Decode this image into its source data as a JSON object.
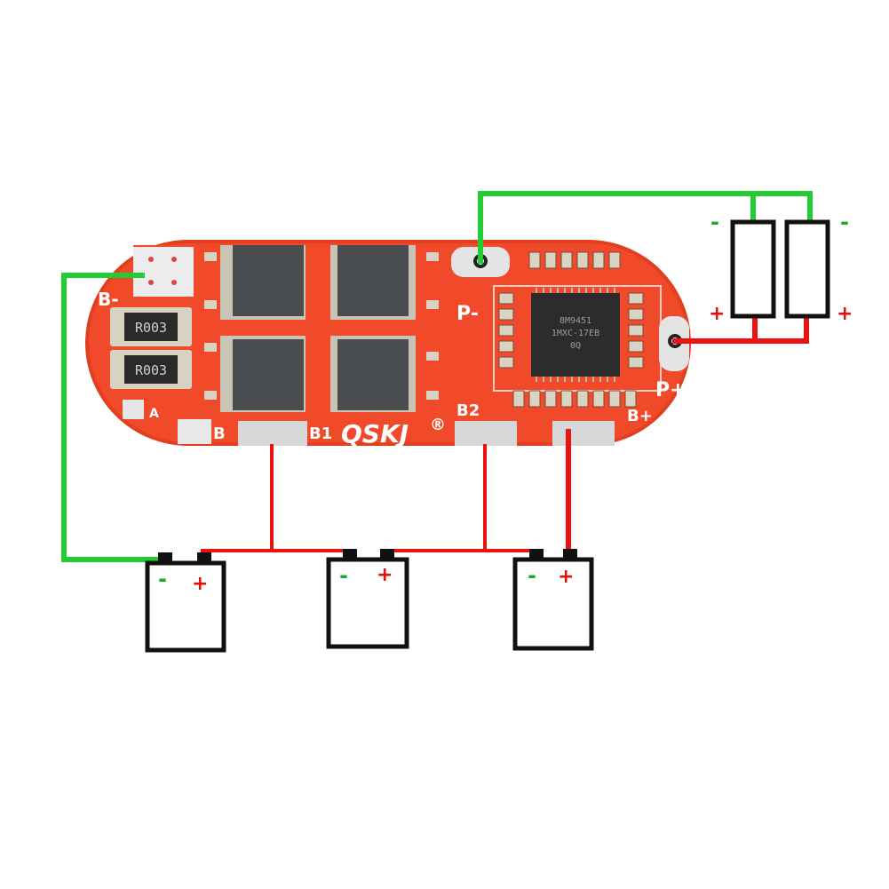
{
  "board": {
    "labels": {
      "b_minus": "B-",
      "p_minus": "P-",
      "p_plus": "P+",
      "b_plus": "B+",
      "b1": "B1",
      "b2": "B2",
      "b": "B",
      "a": "A",
      "brand": "QSKJ",
      "registered": "®"
    },
    "resistor_code": "R003",
    "ic_marking": [
      "8M9451",
      "1MXC-17EB",
      "0Q"
    ]
  },
  "cells": [
    {
      "minus": "-",
      "plus": "+"
    },
    {
      "minus": "-",
      "plus": "+"
    },
    {
      "minus": "-",
      "plus": "+"
    }
  ],
  "load": {
    "left_minus": "-",
    "right_minus": "-",
    "left_plus": "+",
    "right_plus": "+"
  },
  "colors": {
    "pcb": "#f04a2a",
    "pcb_edge": "#d8371c",
    "pad": "#e8e8e8",
    "mosfet": "#4a4d50",
    "wire_green": "#22cc33",
    "wire_red": "#ee1111",
    "outline": "#111111",
    "minus_text": "#1aaa2a",
    "plus_text": "#dd1111"
  }
}
